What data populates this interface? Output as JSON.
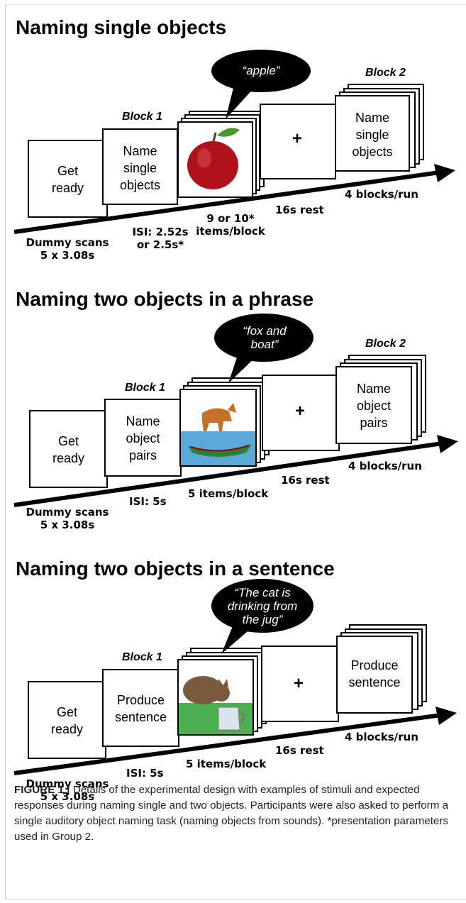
{
  "panels": [
    {
      "title": "Naming single objects",
      "block1_label": "Block 1",
      "block2_label": "Block 2",
      "ready_label": "Get ready",
      "instruction_label": "Name single objects",
      "speech_response": "“apple”",
      "stimulus": "apple",
      "fixation": "+",
      "block2_instruction": "Name single objects",
      "dummy_scans": "Dummy scans",
      "dummy_scans_count": "5 x 3.08s",
      "isi": "ISI: 2.52s",
      "isi_alt": "or 2.5s*",
      "items": "9 or 10*",
      "items_unit": "items/block",
      "rest": "16s rest",
      "blocks_per_run": "4 blocks/run"
    },
    {
      "title": "Naming two objects in a phrase",
      "block1_label": "Block 1",
      "block2_label": "Block 2",
      "ready_label": "Get ready",
      "instruction_label": "Name object pairs",
      "speech_response": "“fox and boat”",
      "stimulus": "fox and boat",
      "fixation": "+",
      "block2_instruction": "Name object pairs",
      "dummy_scans": "Dummy scans",
      "dummy_scans_count": "5 x 3.08s",
      "isi": "ISI: 5s",
      "items": "5 items/block",
      "rest": "16s rest",
      "blocks_per_run": "4 blocks/run"
    },
    {
      "title": "Naming two objects in a sentence",
      "block1_label": "Block 1",
      "ready_label": "Get ready",
      "instruction_label": "Produce sentence",
      "speech_response": "“The cat is drinking from the jug”",
      "stimulus": "cat and jug",
      "fixation": "+",
      "block2_instruction": "Produce sentence",
      "dummy_scans": "Dummy scans",
      "dummy_scans_count": "5 x 3.08s",
      "isi": "ISI: 5s",
      "items": "5 items/block",
      "rest": "16s rest",
      "blocks_per_run": "4 blocks/run"
    }
  ],
  "caption": {
    "label": "FIGURE 1 |",
    "text": " Details of the experimental design with examples of stimuli and expected responses during naming single and two objects. Participants were also asked to perform a single auditory object naming task (naming objects from sounds). *presentation parameters used in Group 2."
  }
}
